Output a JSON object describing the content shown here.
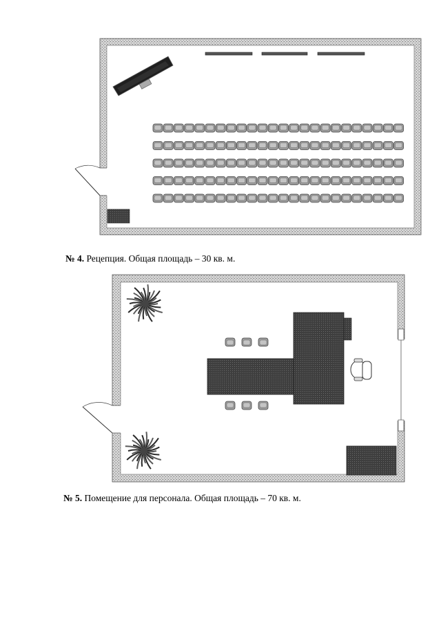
{
  "plans": [
    {
      "number": "№ 4.",
      "caption": "Рецепция. Общая площадь – 30 кв. м."
    },
    {
      "number": "№ 5.",
      "caption": "Помещение для персонала. Общая площадь – 70 кв. м."
    }
  ],
  "colors": {
    "wall_hatch": "#9a9a9a",
    "furniture_dark": "#3a3a3a",
    "chair": "#8c8c8c"
  },
  "icons": {
    "plant": "plant-icon",
    "monitor": "monitor-icon",
    "chair": "chair-icon"
  }
}
